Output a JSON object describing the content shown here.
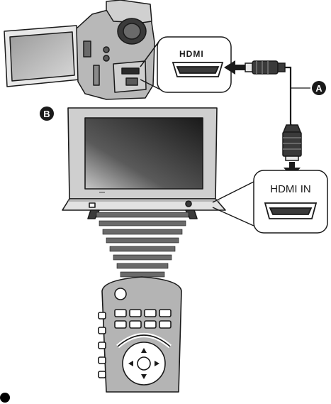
{
  "labels": {
    "marker_a": "A",
    "marker_b": "B",
    "hdmi_logo": "HDMI",
    "hdmi_in": "HDMI IN"
  },
  "colors": {
    "line": "#1a1a1a",
    "gray_fill": "#b8b8b8",
    "light_fill": "#dcdcdc",
    "dark_fill": "#3a3a3a",
    "screen_dark": "#2b2b2b",
    "screen_light": "#9a9a9a"
  },
  "icons": {
    "camcorder": "camcorder-icon",
    "tv": "television-icon",
    "remote": "remote-control-icon",
    "cable": "hdmi-cable-icon",
    "port": "hdmi-port-icon"
  }
}
